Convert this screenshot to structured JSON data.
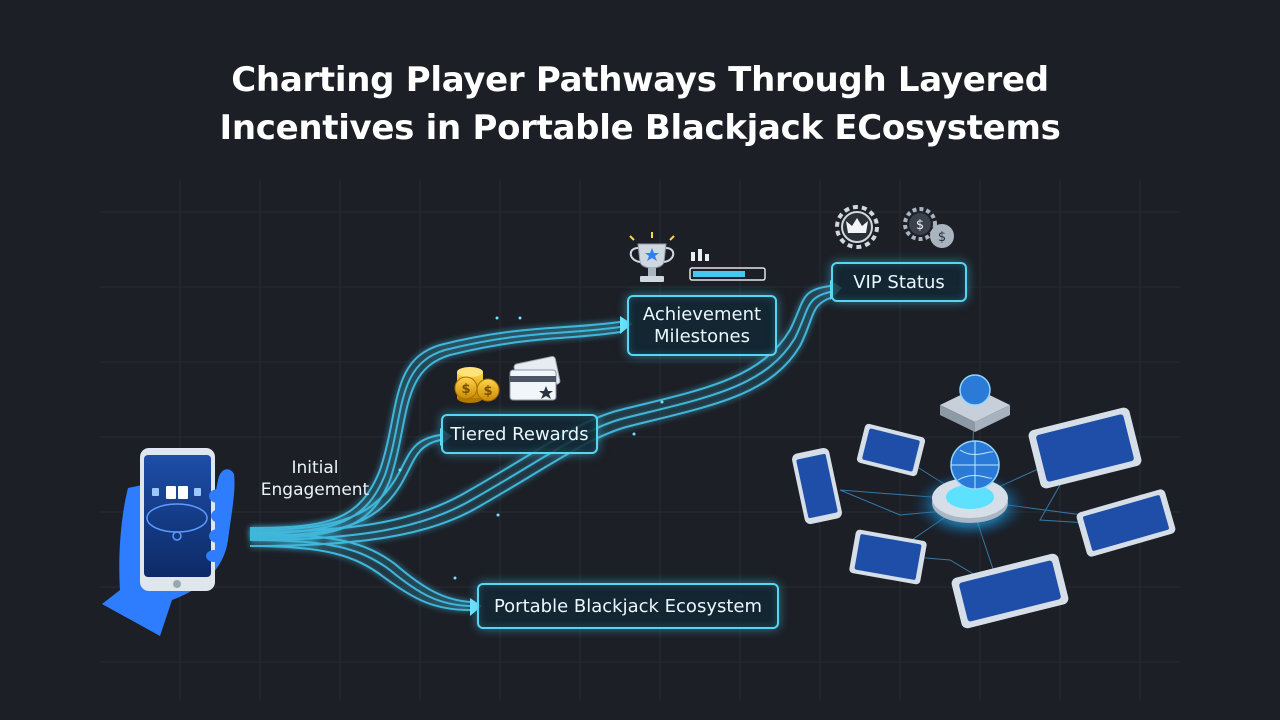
{
  "title": {
    "line1": "Charting Player Pathways Through Layered",
    "line2": "Incentives in Portable Blackjack ECosystems"
  },
  "nodes": {
    "initial_line1": "Initial",
    "initial_line2": "Engagement",
    "tiered": "Tiered Rewards",
    "achievement_line1": "Achievement",
    "achievement_line2": "Milestones",
    "vip": "VIP Status",
    "ecosystem": "Portable Blackjack Ecosystem"
  },
  "colors": {
    "background": "#1c1f26",
    "glow": "#57d6f2",
    "accent_blue": "#2f7dff",
    "gold": "#f2b705"
  },
  "icons": [
    "hand-holding-phone-icon",
    "coin-stack-icon",
    "reward-card-icon",
    "trophy-icon",
    "progress-bar-icon",
    "crown-gear-icon",
    "money-gear-icon",
    "globe-network-icon"
  ]
}
